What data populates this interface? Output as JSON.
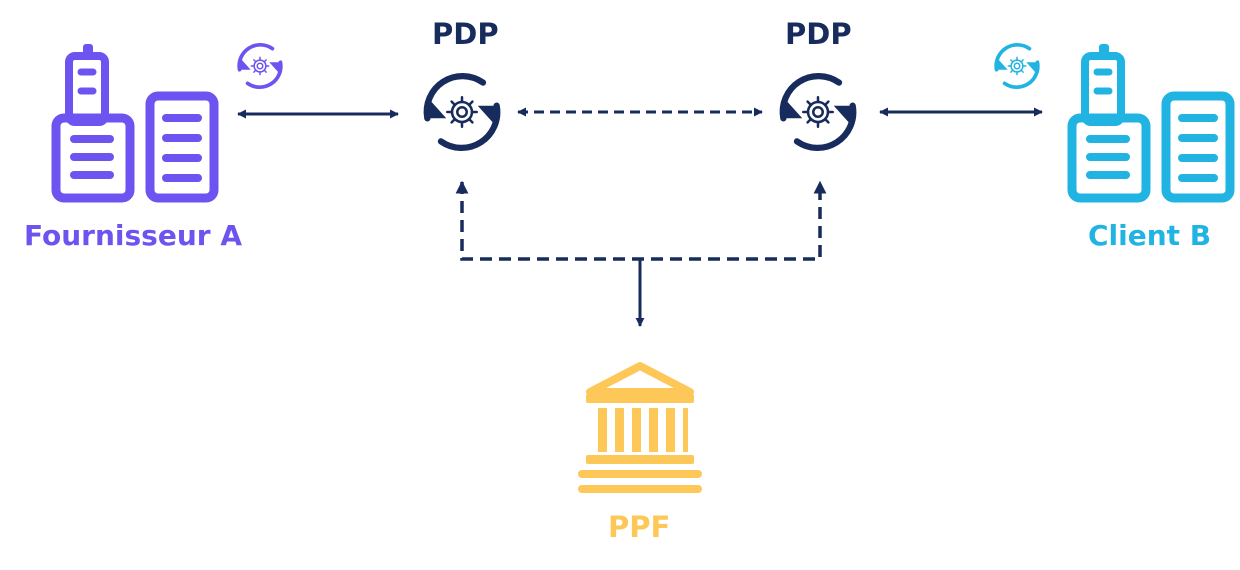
{
  "colors": {
    "supplier": "#6d54f0",
    "client": "#21b4e2",
    "pdp": "#172b5d",
    "ppf": "#fdc858",
    "background": "#ffffff"
  },
  "nodes": {
    "supplier": {
      "label": "Fournisseur A",
      "icon": "office-buildings-icon"
    },
    "pdp_left": {
      "label": "PDP",
      "icon": "sync-gear-icon"
    },
    "pdp_right": {
      "label": "PDP",
      "icon": "sync-gear-icon"
    },
    "client": {
      "label": "Client B",
      "icon": "office-buildings-icon"
    },
    "ppf": {
      "label": "PPF",
      "icon": "government-building-icon"
    }
  },
  "edges": [
    {
      "from": "supplier",
      "to": "pdp_left",
      "style": "solid",
      "direction": "both"
    },
    {
      "from": "pdp_left",
      "to": "pdp_right",
      "style": "dashed",
      "direction": "both"
    },
    {
      "from": "pdp_right",
      "to": "client",
      "style": "solid",
      "direction": "both"
    },
    {
      "from": "ppf",
      "to": "pdp_left",
      "style": "dashed",
      "direction": "to"
    },
    {
      "from": "ppf",
      "to": "pdp_right",
      "style": "dashed",
      "direction": "to"
    },
    {
      "from": "pdp_left",
      "to": "ppf",
      "style": "solid",
      "direction": "to"
    }
  ]
}
